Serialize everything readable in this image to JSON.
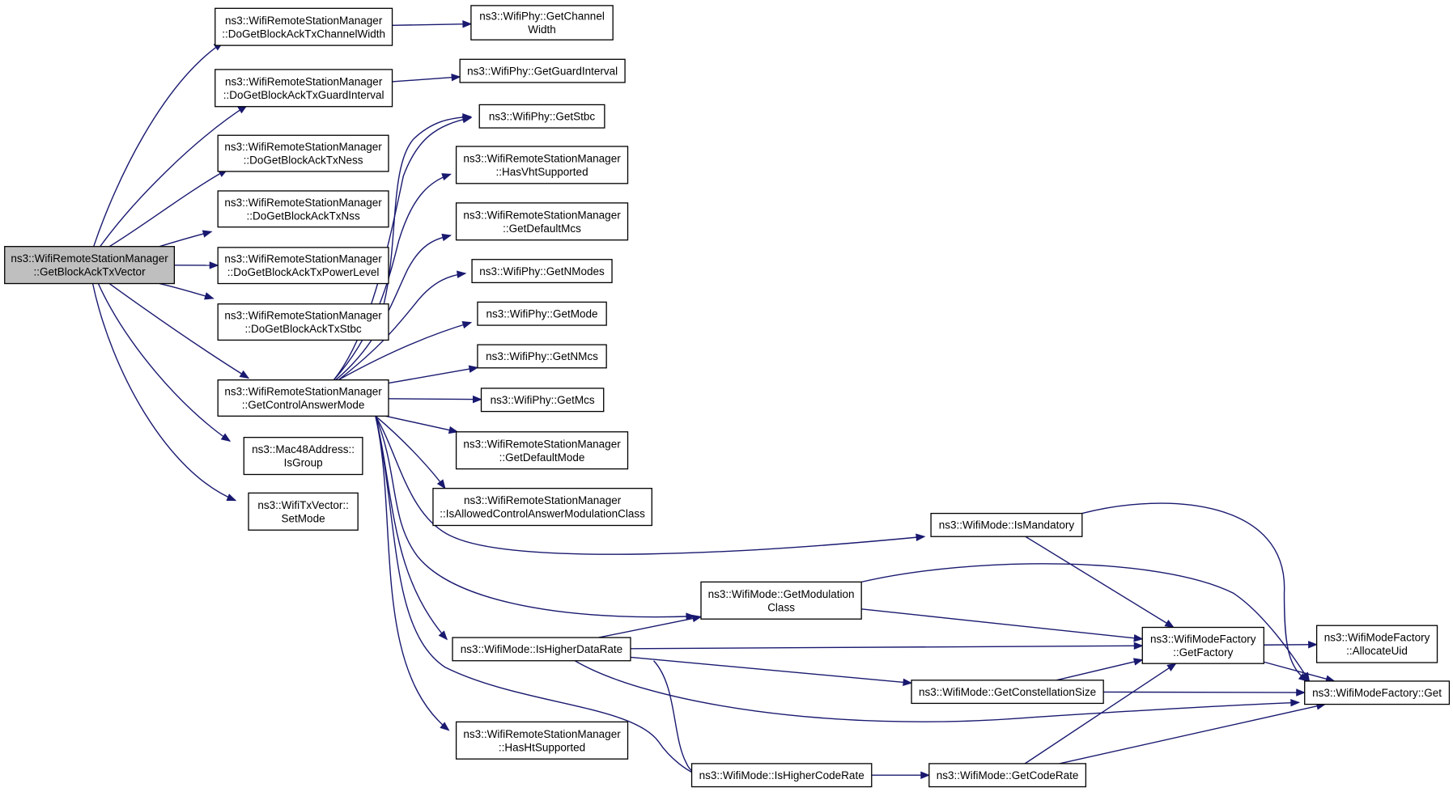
{
  "diagram": {
    "type": "call-graph",
    "nodes": {
      "root": [
        "ns3::WifiRemoteStationManager",
        "::GetBlockAckTxVector"
      ],
      "chanWidth": [
        "ns3::WifiRemoteStationManager",
        "::DoGetBlockAckTxChannelWidth"
      ],
      "phyChanWidth": [
        "ns3::WifiPhy::GetChannel",
        "Width"
      ],
      "guardInt": [
        "ns3::WifiRemoteStationManager",
        "::DoGetBlockAckTxGuardInterval"
      ],
      "phyGuard": [
        "ns3::WifiPhy::GetGuardInterval"
      ],
      "ness": [
        "ns3::WifiRemoteStationManager",
        "::DoGetBlockAckTxNess"
      ],
      "nss": [
        "ns3::WifiRemoteStationManager",
        "::DoGetBlockAckTxNss"
      ],
      "power": [
        "ns3::WifiRemoteStationManager",
        "::DoGetBlockAckTxPowerLevel"
      ],
      "stbc": [
        "ns3::WifiRemoteStationManager",
        "::DoGetBlockAckTxStbc"
      ],
      "phyStbc": [
        "ns3::WifiPhy::GetStbc"
      ],
      "vht": [
        "ns3::WifiRemoteStationManager",
        "::HasVhtSupported"
      ],
      "defMcs": [
        "ns3::WifiRemoteStationManager",
        "::GetDefaultMcs"
      ],
      "nModes": [
        "ns3::WifiPhy::GetNModes"
      ],
      "getMode": [
        "ns3::WifiPhy::GetMode"
      ],
      "nMcs": [
        "ns3::WifiPhy::GetNMcs"
      ],
      "getMcs": [
        "ns3::WifiPhy::GetMcs"
      ],
      "ctrlAns": [
        "ns3::WifiRemoteStationManager",
        "::GetControlAnswerMode"
      ],
      "defMode": [
        "ns3::WifiRemoteStationManager",
        "::GetDefaultMode"
      ],
      "allowed": [
        "ns3::WifiRemoteStationManager",
        "::IsAllowedControlAnswerModulationClass"
      ],
      "isGroup": [
        "ns3::Mac48Address::",
        "IsGroup"
      ],
      "setMode": [
        "ns3::WifiTxVector::",
        "SetMode"
      ],
      "mandatory": [
        "ns3::WifiMode::IsMandatory"
      ],
      "modClass": [
        "ns3::WifiMode::GetModulation",
        "Class"
      ],
      "higherData": [
        "ns3::WifiMode::IsHigherDataRate"
      ],
      "factory": [
        "ns3::WifiModeFactory",
        "::GetFactory"
      ],
      "allocUid": [
        "ns3::WifiModeFactory",
        "::AllocateUid"
      ],
      "constel": [
        "ns3::WifiMode::GetConstellationSize"
      ],
      "factGet": [
        "ns3::WifiModeFactory::Get"
      ],
      "ht": [
        "ns3::WifiRemoteStationManager",
        "::HasHtSupported"
      ],
      "higherCode": [
        "ns3::WifiMode::IsHigherCodeRate"
      ],
      "codeRate": [
        "ns3::WifiMode::GetCodeRate"
      ]
    },
    "edges": [
      [
        "root",
        "chanWidth"
      ],
      [
        "root",
        "guardInt"
      ],
      [
        "root",
        "ness"
      ],
      [
        "root",
        "nss"
      ],
      [
        "root",
        "power"
      ],
      [
        "root",
        "stbc"
      ],
      [
        "root",
        "ctrlAns"
      ],
      [
        "root",
        "isGroup"
      ],
      [
        "root",
        "setMode"
      ],
      [
        "chanWidth",
        "phyChanWidth"
      ],
      [
        "guardInt",
        "phyGuard"
      ],
      [
        "stbc",
        "phyStbc"
      ],
      [
        "ctrlAns",
        "phyStbc"
      ],
      [
        "ctrlAns",
        "vht"
      ],
      [
        "ctrlAns",
        "defMcs"
      ],
      [
        "ctrlAns",
        "nModes"
      ],
      [
        "ctrlAns",
        "getMode"
      ],
      [
        "ctrlAns",
        "nMcs"
      ],
      [
        "ctrlAns",
        "getMcs"
      ],
      [
        "ctrlAns",
        "defMode"
      ],
      [
        "ctrlAns",
        "allowed"
      ],
      [
        "ctrlAns",
        "mandatory"
      ],
      [
        "ctrlAns",
        "modClass"
      ],
      [
        "ctrlAns",
        "higherData"
      ],
      [
        "ctrlAns",
        "ht"
      ],
      [
        "ctrlAns",
        "higherCode"
      ],
      [
        "mandatory",
        "factory"
      ],
      [
        "mandatory",
        "factGet"
      ],
      [
        "modClass",
        "factory"
      ],
      [
        "modClass",
        "factGet"
      ],
      [
        "higherData",
        "modClass"
      ],
      [
        "higherData",
        "factory"
      ],
      [
        "higherData",
        "constel"
      ],
      [
        "higherData",
        "factGet"
      ],
      [
        "higherData",
        "higherCode"
      ],
      [
        "factory",
        "allocUid"
      ],
      [
        "factory",
        "factGet"
      ],
      [
        "constel",
        "factory"
      ],
      [
        "constel",
        "factGet"
      ],
      [
        "higherCode",
        "codeRate"
      ],
      [
        "codeRate",
        "factory"
      ],
      [
        "codeRate",
        "factGet"
      ]
    ]
  }
}
